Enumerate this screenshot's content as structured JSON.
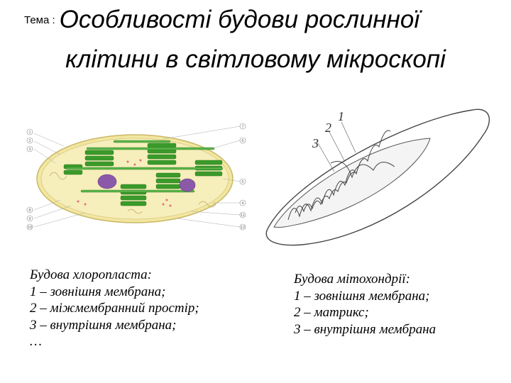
{
  "title": {
    "prefix": "Тема :",
    "line1": "Особливості будови рослинної",
    "line2": "клітини в світловому мікроскопі"
  },
  "chloroplast_figure": {
    "left_labels": [
      "1",
      "2",
      "3",
      "8",
      "9",
      "10"
    ],
    "right_labels": [
      "7",
      "6",
      "5",
      "4",
      "11",
      "12"
    ]
  },
  "mitochondrion_figure": {
    "labels": [
      "1",
      "2",
      "3"
    ]
  },
  "chloroplast_caption": {
    "heading": "Будова хлоропласта:",
    "items": [
      "1 – зовнішня мембрана;",
      "2 – міжмембранний простір;",
      "3 – внутрішня мембрана;",
      "…"
    ]
  },
  "mitochondrion_caption": {
    "heading": "Будова мітохондрії:",
    "items": [
      "1 – зовнішня мембрана;",
      "2 – матрикс;",
      "3 – внутрішня мембрана"
    ]
  },
  "colors": {
    "stroma": "#f4ecb0",
    "thylakoid": "#3a9a2a",
    "starch": "#8a5aa8",
    "ribosome": "#e07080"
  }
}
